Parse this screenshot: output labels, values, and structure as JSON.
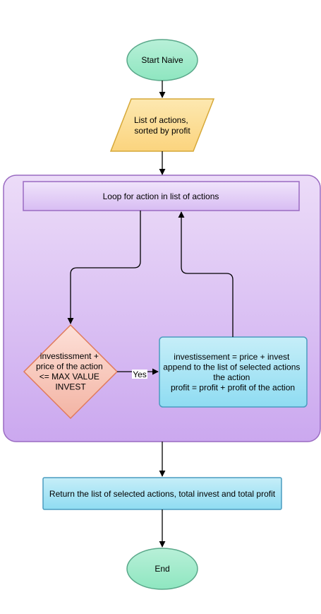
{
  "colors": {
    "terminal_fill_top": "#b8f0d8",
    "terminal_fill_bottom": "#8ee6c0",
    "terminal_stroke": "#5aa88a",
    "io_fill_top": "#fde8b0",
    "io_fill_bottom": "#fbd47e",
    "io_stroke": "#d6a838",
    "group_fill_top": "#ecdcf8",
    "group_fill_bottom": "#cba8ef",
    "group_stroke": "#9a6bc2",
    "loop_fill_top": "#f0e4fb",
    "loop_fill_bottom": "#d8bdf3",
    "loop_stroke": "#9a6bc2",
    "decision_fill_top": "#fde0d8",
    "decision_fill_bottom": "#f3b4a4",
    "decision_stroke": "#e07a5a",
    "process_fill_top": "#c6eef8",
    "process_fill_bottom": "#8fdcf2",
    "process_stroke": "#4a9cbf"
  },
  "nodes": {
    "start": {
      "lines": [
        "Start Naive"
      ]
    },
    "input": {
      "lines": [
        "List of actions,",
        "sorted by profit"
      ]
    },
    "loop": {
      "lines": [
        "Loop for action in list of actions"
      ]
    },
    "decision": {
      "lines": [
        "investissment +",
        "price of the action",
        "<= MAX VALUE",
        "INVEST"
      ]
    },
    "process": {
      "lines": [
        "investissement = price + invest",
        "append to the list of selected actions",
        "the action",
        "profit = profit + profit of the action"
      ]
    },
    "result": {
      "lines": [
        "Return the list of selected actions, total invest and total profit"
      ]
    },
    "end": {
      "lines": [
        "End"
      ]
    }
  },
  "edges": {
    "yes_label": "Yes"
  }
}
